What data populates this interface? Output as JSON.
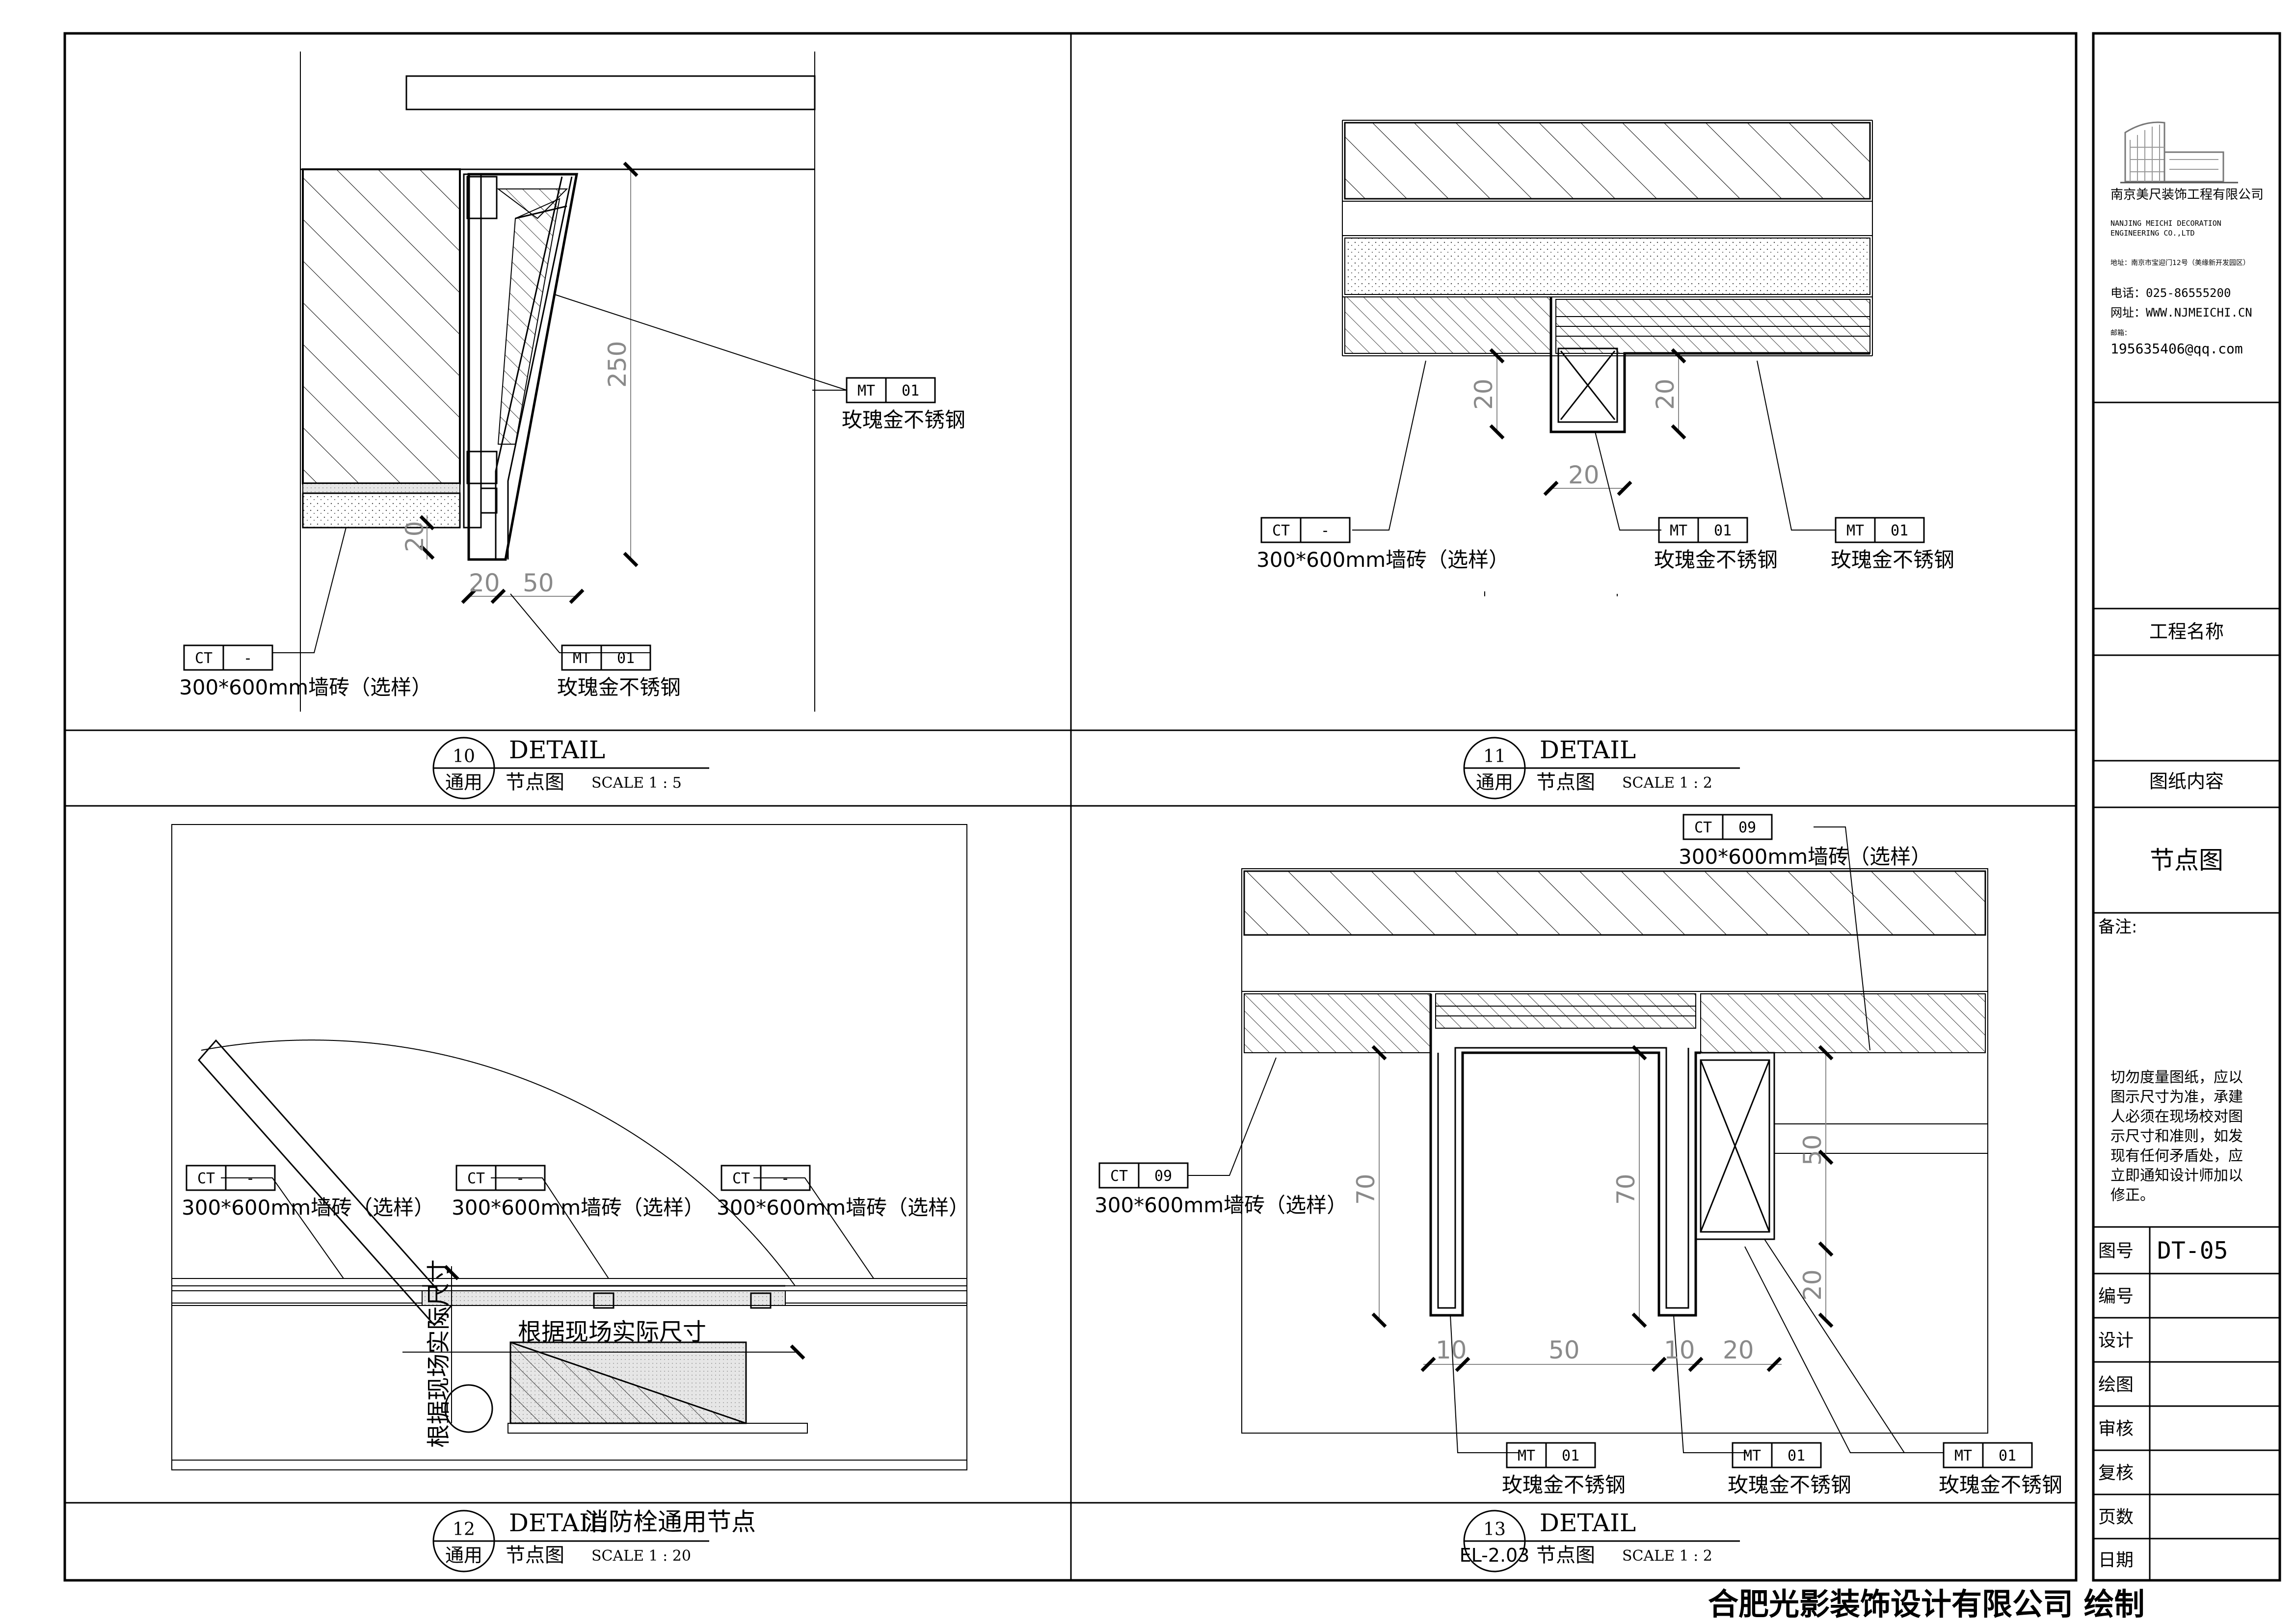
{
  "company": {
    "name_cn": "南京美尺装饰工程有限公司",
    "name_en_1": "NANJING MEICHI DECORATION",
    "name_en_2": "ENGINEERING CO.,LTD",
    "address": "地址：南京市宝迎门12号（美缘新开发园区）",
    "tel": "电话：025-86555200",
    "web": "网址：WWW.NJMEICHI.CN",
    "email_label": "邮箱：",
    "email": "195635406@qq.com"
  },
  "title_block": {
    "project_name_label": "工程名称",
    "content_label": "图纸内容",
    "content_value": "节点图",
    "remarks_label": "备注:",
    "notice": [
      "切勿度量图纸，应以",
      "图示尺寸为准，承建",
      "人必须在现场校对图",
      "示尺寸和准则，如发",
      "现有任何矛盾处，应",
      "立即通知设计师加以",
      "修正。"
    ],
    "fields": [
      {
        "label": "图号",
        "value": "DT-05"
      },
      {
        "label": "编号",
        "value": ""
      },
      {
        "label": "设计",
        "value": ""
      },
      {
        "label": "绘图",
        "value": ""
      },
      {
        "label": "审核",
        "value": ""
      },
      {
        "label": "复核",
        "value": ""
      },
      {
        "label": "页数",
        "value": ""
      },
      {
        "label": "日期",
        "value": ""
      }
    ]
  },
  "footer": "合肥光影装饰设计有限公司 绘制",
  "details": [
    {
      "num": "10",
      "sub": "通用",
      "title": "DETAIL",
      "type": "节点图",
      "scale": "SCALE 1 : 5"
    },
    {
      "num": "11",
      "sub": "通用",
      "title": "DETAIL",
      "type": "节点图",
      "scale": "SCALE 1 : 2"
    },
    {
      "num": "12",
      "sub": "通用",
      "title": "DETAIL",
      "extra": "消防栓通用节点",
      "type": "节点图",
      "scale": "SCALE 1 : 20"
    },
    {
      "num": "13",
      "sub": "EL-2.03",
      "title": "DETAIL",
      "type": "节点图",
      "scale": "SCALE 1 : 2"
    }
  ],
  "tags": {
    "mt": "MT",
    "mt_no": "01",
    "ct": "CT",
    "ct_dash": "-",
    "ct_09": "09",
    "steel": "玫瑰金不锈钢",
    "tile": "300*600mm墙砖（选样）",
    "site_dim": "根据现场实际尺寸"
  },
  "dims": {
    "d10": [
      "250",
      "20",
      "20",
      "50"
    ],
    "d11": [
      "20",
      "20",
      "20"
    ],
    "d13": [
      "70",
      "70",
      "50",
      "20",
      "10",
      "50",
      "10",
      "20"
    ]
  }
}
